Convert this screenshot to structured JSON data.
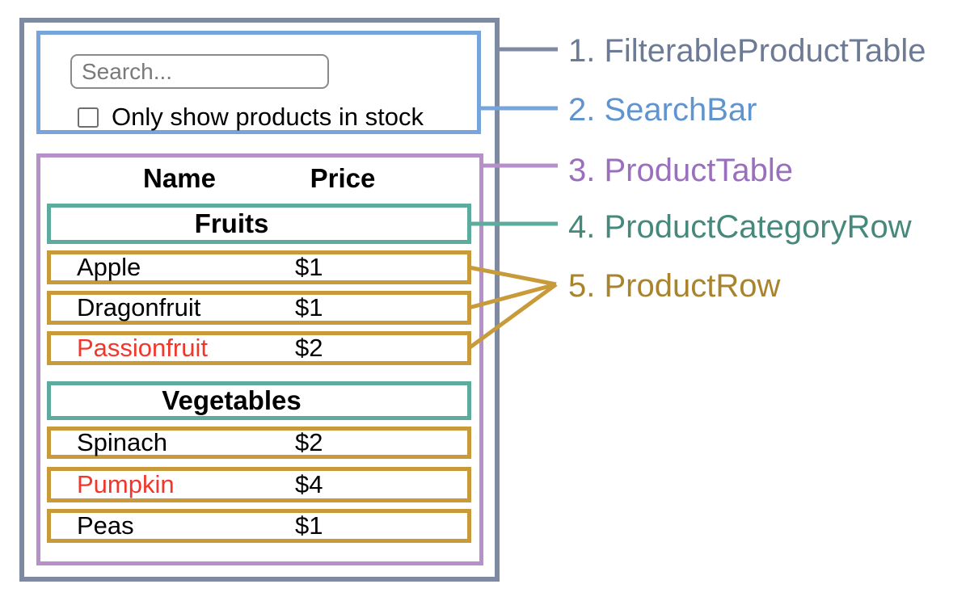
{
  "colors": {
    "filterable_product_table": "#7d8aa1",
    "search_bar": "#77a4da",
    "product_table": "#b78fca",
    "product_category_row": "#5cab9d",
    "product_row": "#c89a39",
    "label_filterable_product_table": "#6c7a95",
    "label_search_bar": "#6094ce",
    "label_product_table": "#9a6fbe",
    "label_product_category_row": "#46897c",
    "label_product_row": "#a8842e",
    "out_of_stock_text": "#f1372b"
  },
  "search_bar": {
    "search_placeholder": "Search...",
    "checkbox_label": "Only show products in stock",
    "checkbox_checked": false
  },
  "product_table": {
    "header": {
      "name": "Name",
      "price": "Price"
    },
    "sections": [
      {
        "category": "Fruits",
        "rows": [
          {
            "name": "Apple",
            "price": "$1"
          },
          {
            "name": "Dragonfruit",
            "price": "$1"
          },
          {
            "name": "Passionfruit",
            "price": "$2",
            "name_color": "#f1372b"
          }
        ]
      },
      {
        "category": "Vegetables",
        "rows": [
          {
            "name": "Spinach",
            "price": "$2"
          },
          {
            "name": "Pumpkin",
            "price": "$4",
            "name_color": "#f1372b"
          },
          {
            "name": "Peas",
            "price": "$1"
          }
        ]
      }
    ]
  },
  "annotations": [
    {
      "text": "1. FilterableProductTable",
      "color": "#6c7a95"
    },
    {
      "text": "2. SearchBar",
      "color": "#6094ce"
    },
    {
      "text": "3. ProductTable",
      "color": "#9a6fbe"
    },
    {
      "text": "4. ProductCategoryRow",
      "color": "#46897c"
    },
    {
      "text": "5. ProductRow",
      "color": "#a8842e"
    }
  ]
}
